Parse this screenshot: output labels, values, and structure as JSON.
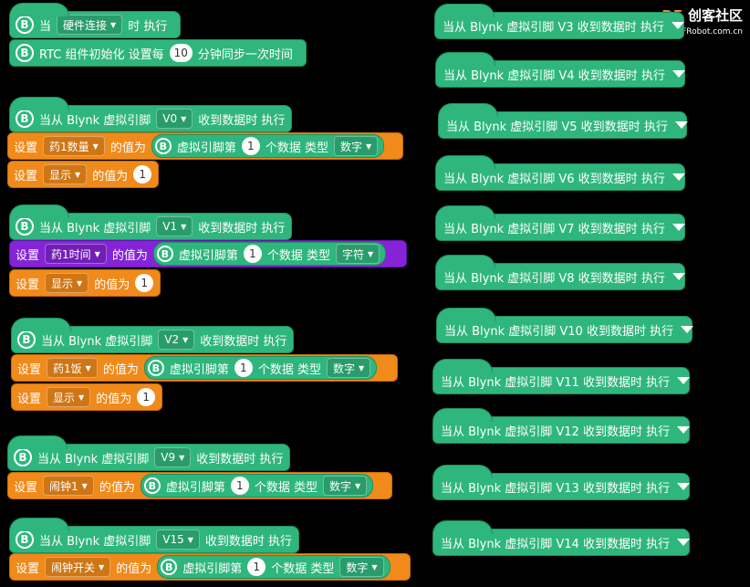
{
  "watermark": {
    "brand": "DF",
    "name": "创客社区",
    "url": "mc.DFRobot.com.cn"
  },
  "left": {
    "b0": {
      "icon": "B",
      "when": "当",
      "trigger": "硬件连接",
      "exec": "时 执行"
    },
    "b1": {
      "icon": "B",
      "text1": "RTC 组件初始化 设置每",
      "num": "10",
      "text2": "分钟同步一次时间"
    },
    "groups": [
      {
        "hat": {
          "icon": "B",
          "pre": "当从 Blynk 虚拟引脚",
          "pin": "V0",
          "post": "收到数据时 执行"
        },
        "set1": {
          "label": "设置",
          "var": "药1数量",
          "mid": "的值为",
          "rep": {
            "icon": "B",
            "text": "虚拟引脚第",
            "n": "1",
            "type_label": "个数据 类型",
            "type": "数字"
          }
        },
        "set2": {
          "label": "设置",
          "var": "显示",
          "mid": "的值为",
          "val": "1"
        }
      },
      {
        "hat": {
          "icon": "B",
          "pre": "当从 Blynk 虚拟引脚",
          "pin": "V1",
          "post": "收到数据时 执行"
        },
        "set1": {
          "label": "设置",
          "var": "药1时间",
          "mid": "的值为",
          "rep": {
            "icon": "B",
            "text": "虚拟引脚第",
            "n": "1",
            "type_label": "个数据 类型",
            "type": "字符"
          }
        },
        "set2": {
          "label": "设置",
          "var": "显示",
          "mid": "的值为",
          "val": "1"
        }
      },
      {
        "hat": {
          "icon": "B",
          "pre": "当从 Blynk 虚拟引脚",
          "pin": "V2",
          "post": "收到数据时 执行"
        },
        "set1": {
          "label": "设置",
          "var": "药1饭",
          "mid": "的值为",
          "rep": {
            "icon": "B",
            "text": "虚拟引脚第",
            "n": "1",
            "type_label": "个数据 类型",
            "type": "数字"
          }
        },
        "set2": {
          "label": "设置",
          "var": "显示",
          "mid": "的值为",
          "val": "1"
        }
      },
      {
        "hat": {
          "icon": "B",
          "pre": "当从 Blynk 虚拟引脚",
          "pin": "V9",
          "post": "收到数据时 执行"
        },
        "set1": {
          "label": "设置",
          "var": "闹钟1",
          "mid": "的值为",
          "rep": {
            "icon": "B",
            "text": "虚拟引脚第",
            "n": "1",
            "type_label": "个数据 类型",
            "type": "数字"
          }
        }
      },
      {
        "hat": {
          "icon": "B",
          "pre": "当从 Blynk 虚拟引脚",
          "pin": "V15",
          "post": "收到数据时 执行"
        },
        "set1": {
          "label": "设置",
          "var": "闹钟开关",
          "mid": "的值为",
          "rep": {
            "icon": "B",
            "text": "虚拟引脚第",
            "n": "1",
            "type_label": "个数据 类型",
            "type": "数字"
          }
        }
      }
    ]
  },
  "right": {
    "collapsed": [
      "当从 Blynk 虚拟引脚 V3 收到数据时 执行",
      "当从 Blynk 虚拟引脚 V4 收到数据时 执行",
      "当从 Blynk 虚拟引脚 V5 收到数据时 执行",
      "当从 Blynk 虚拟引脚 V6 收到数据时 执行",
      "当从 Blynk 虚拟引脚 V7 收到数据时 执行",
      "当从 Blynk 虚拟引脚 V8 收到数据时 执行",
      "当从 Blynk 虚拟引脚 V10 收到数据时 执行",
      "当从 Blynk 虚拟引脚 V11 收到数据时 执行",
      "当从 Blynk 虚拟引脚 V12 收到数据时 执行",
      "当从 Blynk 虚拟引脚 V13 收到数据时 执行",
      "当从 Blynk 虚拟引脚 V14 收到数据时 执行"
    ]
  },
  "colors": {
    "green": "#2fb67d",
    "orange": "#f08a1a",
    "purple": "#8424d6",
    "background": "#000000"
  }
}
